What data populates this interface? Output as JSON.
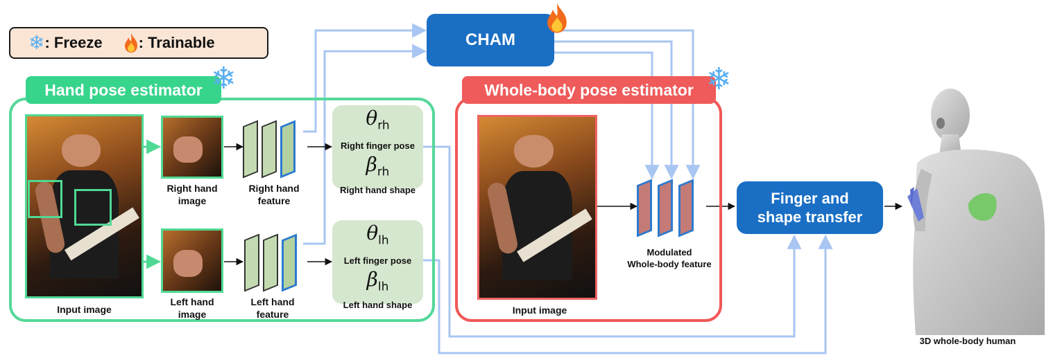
{
  "legend": {
    "freeze_label": ": Freeze",
    "trainable_label": ": Trainable"
  },
  "hand_panel": {
    "title": "Hand pose estimator",
    "input_image_label": "Input image",
    "right_hand_image_label": [
      "Right hand",
      "image"
    ],
    "left_hand_image_label": [
      "Left hand",
      "image"
    ],
    "right_hand_feature_label": [
      "Right hand",
      "feature"
    ],
    "left_hand_feature_label": [
      "Left hand",
      "feature"
    ],
    "right_params": {
      "pose_symbol": "θ",
      "pose_sub": "rh",
      "pose_label": "Right finger pose",
      "shape_symbol": "β",
      "shape_sub": "rh",
      "shape_label": "Right hand shape"
    },
    "left_params": {
      "pose_symbol": "θ",
      "pose_sub": "lh",
      "pose_label": "Left finger pose",
      "shape_symbol": "β",
      "shape_sub": "lh",
      "shape_label": "Left hand shape"
    }
  },
  "cham": {
    "label": "CHAM"
  },
  "body_panel": {
    "title": "Whole-body pose estimator",
    "input_image_label": "Input image",
    "feature_label": [
      "Modulated",
      "Whole-body feature"
    ]
  },
  "finger_transfer": {
    "label": [
      "Finger and",
      "shape transfer"
    ]
  },
  "output": {
    "label": "3D whole-body human"
  },
  "colors": {
    "hand_green": "#37d48c",
    "body_red": "#ef5a5a",
    "box_blue": "#1a6fc4",
    "connector_blue": "#a9c6f2",
    "legend_bg": "#fbe6d6"
  },
  "icons": [
    "snowflake-icon",
    "fire-icon"
  ]
}
